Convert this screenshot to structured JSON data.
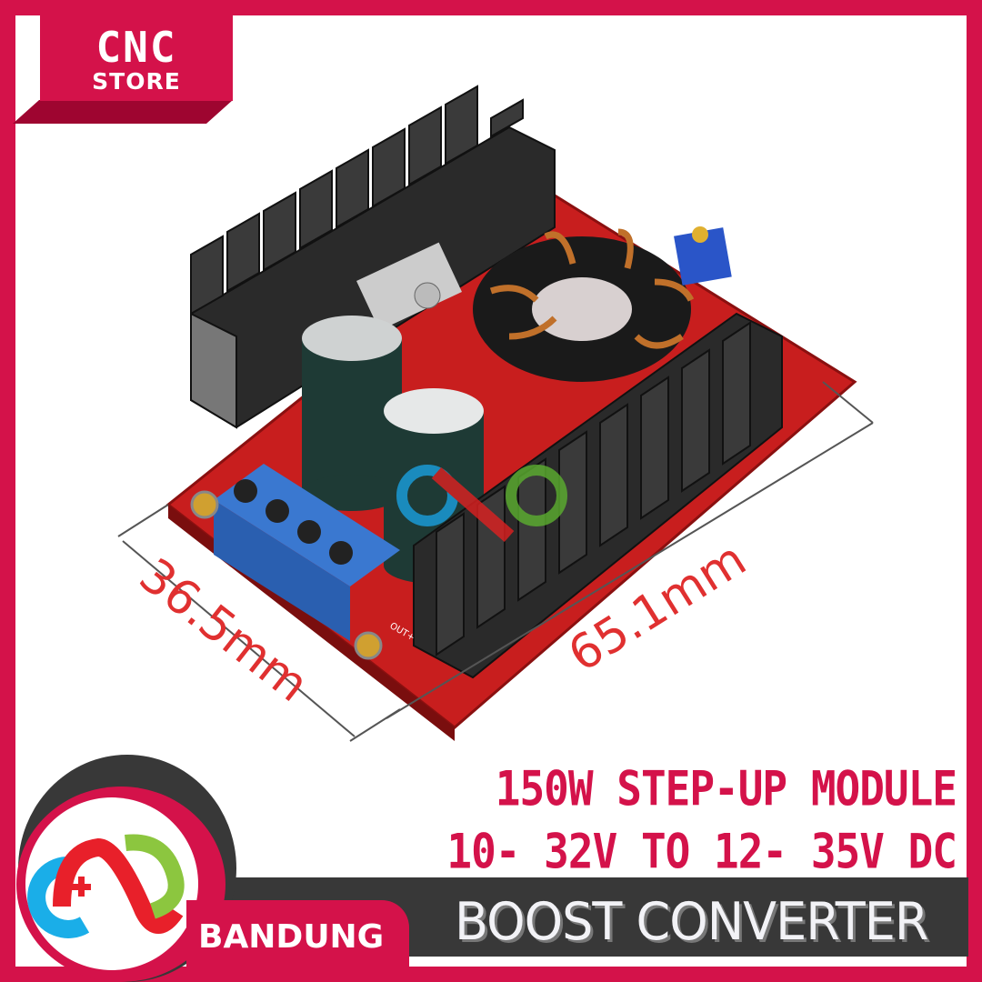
{
  "brand": {
    "line1": "CNC",
    "line2": "STORE"
  },
  "product": {
    "dimension_width": "36.5mm",
    "dimension_length": "65.1mm",
    "pcb_label": "OUT+"
  },
  "headline": {
    "line1": "150W STEP-UP MODULE",
    "line2": "10- 32V TO 12- 35V DC"
  },
  "footer": {
    "city": "BANDUNG",
    "category": "BOOST CONVERTER"
  },
  "colors": {
    "brand": "#d4124a",
    "dark": "#383838",
    "pcb": "#c41a1a"
  }
}
